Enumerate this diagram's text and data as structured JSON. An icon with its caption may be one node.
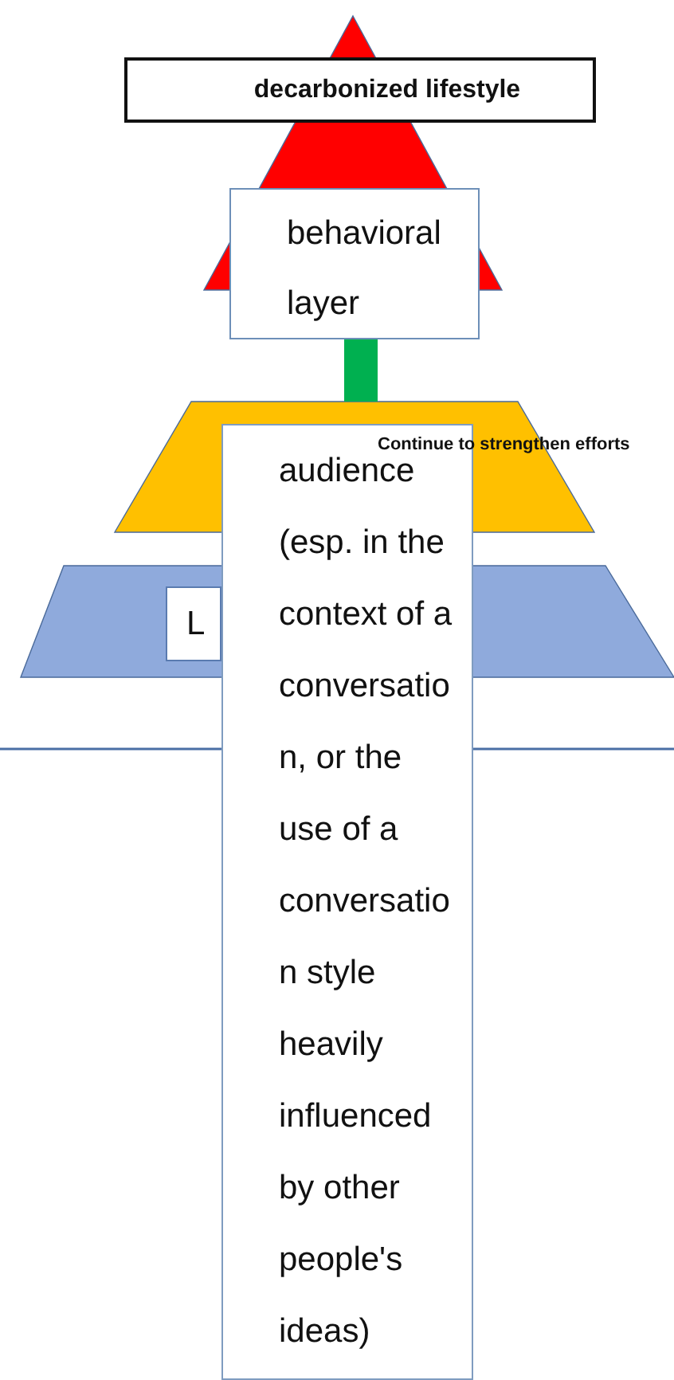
{
  "diagram": {
    "nodes": [
      {
        "text": [],
        "shape": "triangle"
      },
      {
        "text": [
          "decarbonized lifestyle"
        ]
      },
      {
        "text": [
          "behavioral layer"
        ]
      },
      {
        "text": [],
        "shape": "trapezoid"
      },
      {
        "text": [],
        "shape": "trapezoid"
      },
      {
        "text": [
          "L"
        ],
        "in": 4
      },
      {
        "text": [
          "audience (esp. in the context of a conversation, or the use of a conversation style heavily influenced by other people's ideas)"
        ]
      }
    ],
    "edges": [
      {
        "from": 2,
        "to": 3,
        "arrow": "none",
        "color": "#00b050"
      }
    ],
    "labels": [
      "Continue to strengthen efforts"
    ]
  }
}
